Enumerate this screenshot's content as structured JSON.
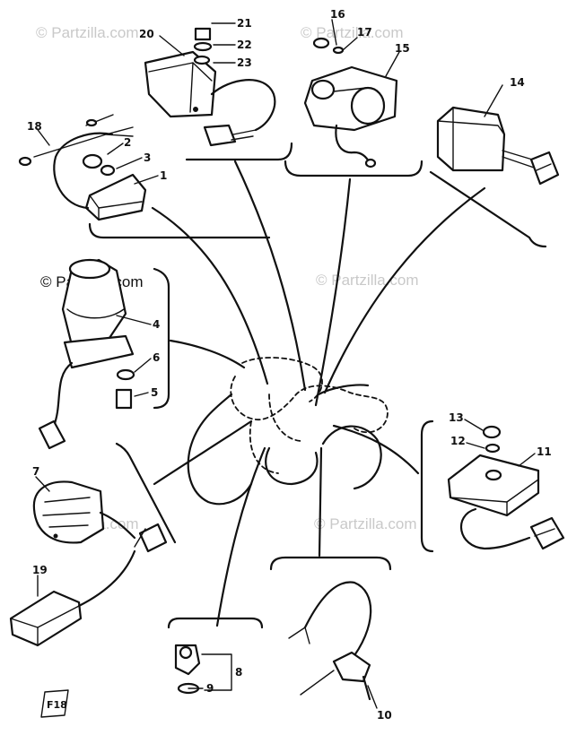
{
  "watermark": {
    "text": "© Partzilla.com",
    "color": "#c9c9c9"
  },
  "callouts": {
    "n1": "1",
    "n2": "2",
    "n3": "3",
    "n4": "4",
    "n5": "5",
    "n6": "6",
    "n7": "7",
    "n8": "8",
    "n9": "9",
    "n10": "10",
    "n11": "11",
    "n12": "12",
    "n13": "13",
    "n14": "14",
    "n15": "15",
    "n16": "16",
    "n17": "17",
    "n18": "18",
    "n19": "19",
    "n20": "20",
    "n21": "21",
    "n22": "22",
    "n23": "23"
  },
  "figure_code": "F18",
  "colors": {
    "ink": "#111111",
    "background": "#ffffff"
  }
}
